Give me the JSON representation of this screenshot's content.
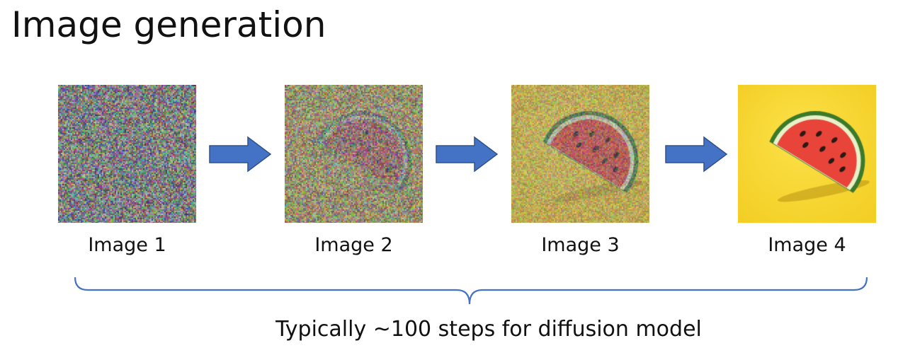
{
  "title": "Image generation",
  "steps": [
    {
      "label": "Image 1",
      "noise": 1.0
    },
    {
      "label": "Image 2",
      "noise": 0.8
    },
    {
      "label": "Image 3",
      "noise": 0.5
    },
    {
      "label": "Image 4",
      "noise": 0.0
    }
  ],
  "footnote": "Typically ~100 steps for diffusion model",
  "colors": {
    "arrow_fill": "#4472C4",
    "arrow_stroke": "#2F528F",
    "brace": "#4472C4",
    "background_yellow": "#F2CC1F",
    "melon_flesh": "#E8443A",
    "melon_rind": "#3C7A2A"
  }
}
